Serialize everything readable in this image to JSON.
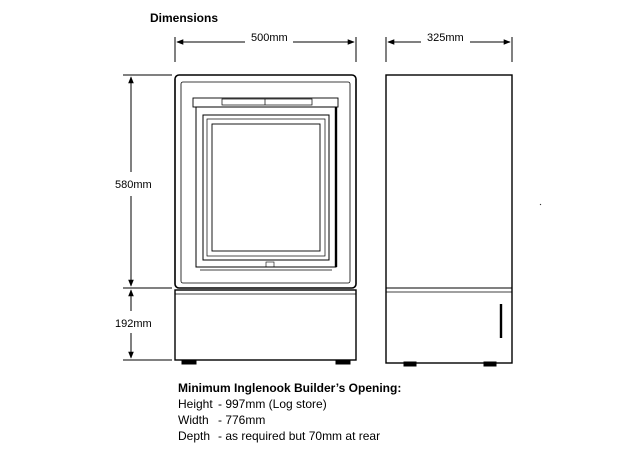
{
  "title": "Dimensions",
  "dimensions": {
    "width": "500mm",
    "depth": "325mm",
    "stove_height": "580mm",
    "base_height": "192mm"
  },
  "opening": {
    "heading": "Minimum Inglenook Builder’s Opening:",
    "rows": [
      {
        "label": "Height",
        "value": "- 997mm (Log store)"
      },
      {
        "label": "Width",
        "value": "- 776mm"
      },
      {
        "label": "Depth",
        "value": "- as required but 70mm at rear"
      }
    ]
  }
}
